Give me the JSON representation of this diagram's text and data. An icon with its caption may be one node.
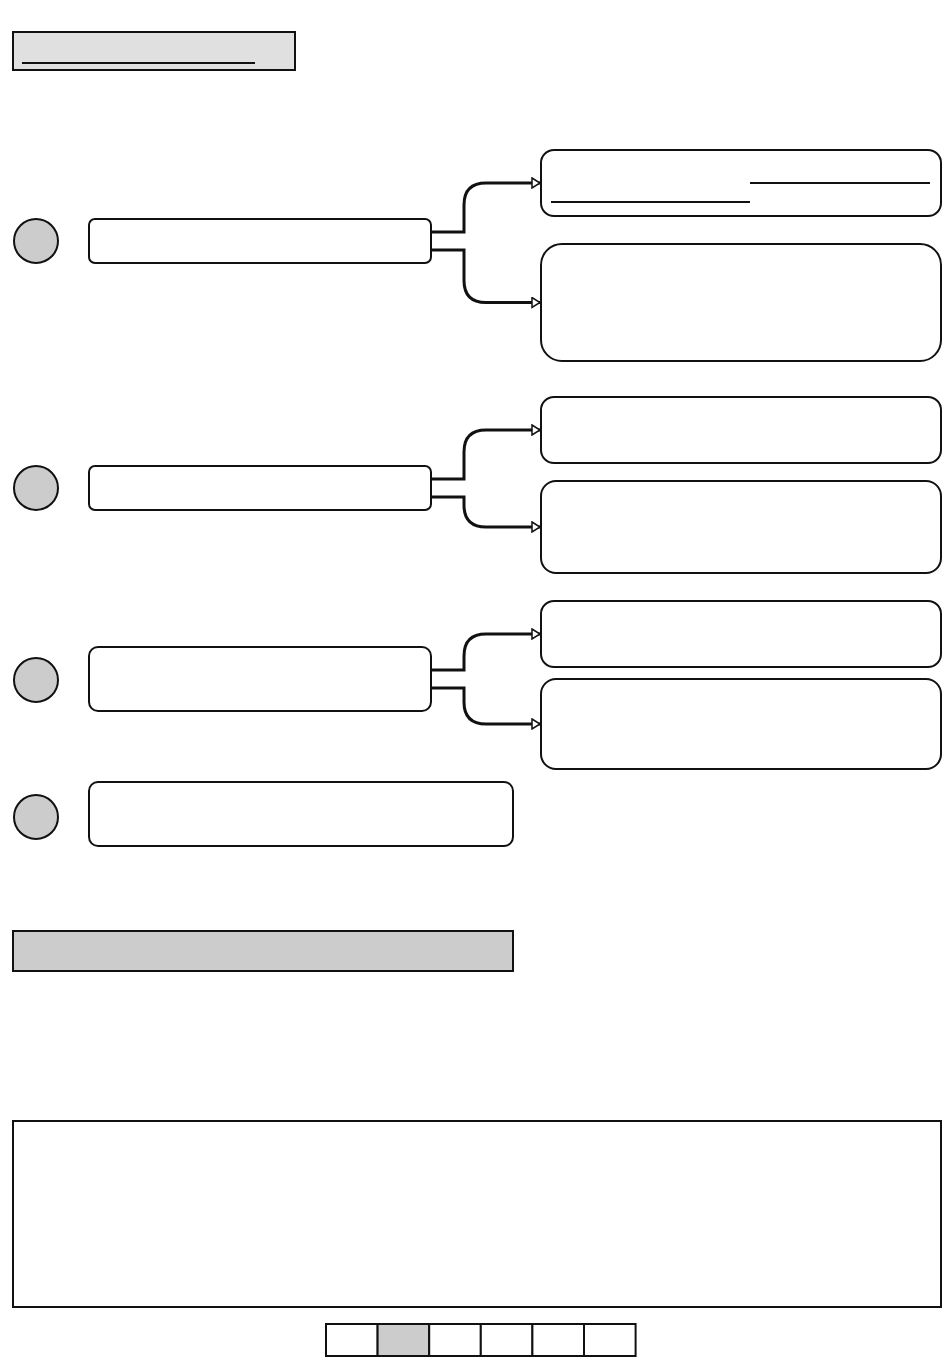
{
  "diagram": {
    "nodes": [
      {
        "text": [],
        "shape": "bar"
      },
      {
        "text": [],
        "shape": "circle"
      },
      {
        "text": [],
        "shape": "box"
      },
      {
        "text": [],
        "shape": "box"
      },
      {
        "text": [],
        "shape": "box"
      },
      {
        "text": [],
        "shape": "circle"
      },
      {
        "text": [],
        "shape": "box"
      },
      {
        "text": [],
        "shape": "box"
      },
      {
        "text": [],
        "shape": "box"
      },
      {
        "text": [],
        "shape": "circle"
      },
      {
        "text": [],
        "shape": "box"
      },
      {
        "text": [],
        "shape": "box"
      },
      {
        "text": [],
        "shape": "box"
      },
      {
        "text": [],
        "shape": "circle"
      },
      {
        "text": [],
        "shape": "box"
      },
      {
        "text": [],
        "shape": "bar"
      },
      {
        "text": [],
        "shape": "box"
      }
    ],
    "edges": [
      {
        "from": 2,
        "to": 3,
        "arrow": "to"
      },
      {
        "from": 2,
        "to": 4,
        "arrow": "to"
      },
      {
        "from": 6,
        "to": 7,
        "arrow": "to"
      },
      {
        "from": 6,
        "to": 8,
        "arrow": "to"
      },
      {
        "from": 10,
        "to": 11,
        "arrow": "to"
      },
      {
        "from": 10,
        "to": 12,
        "arrow": "to"
      }
    ]
  }
}
